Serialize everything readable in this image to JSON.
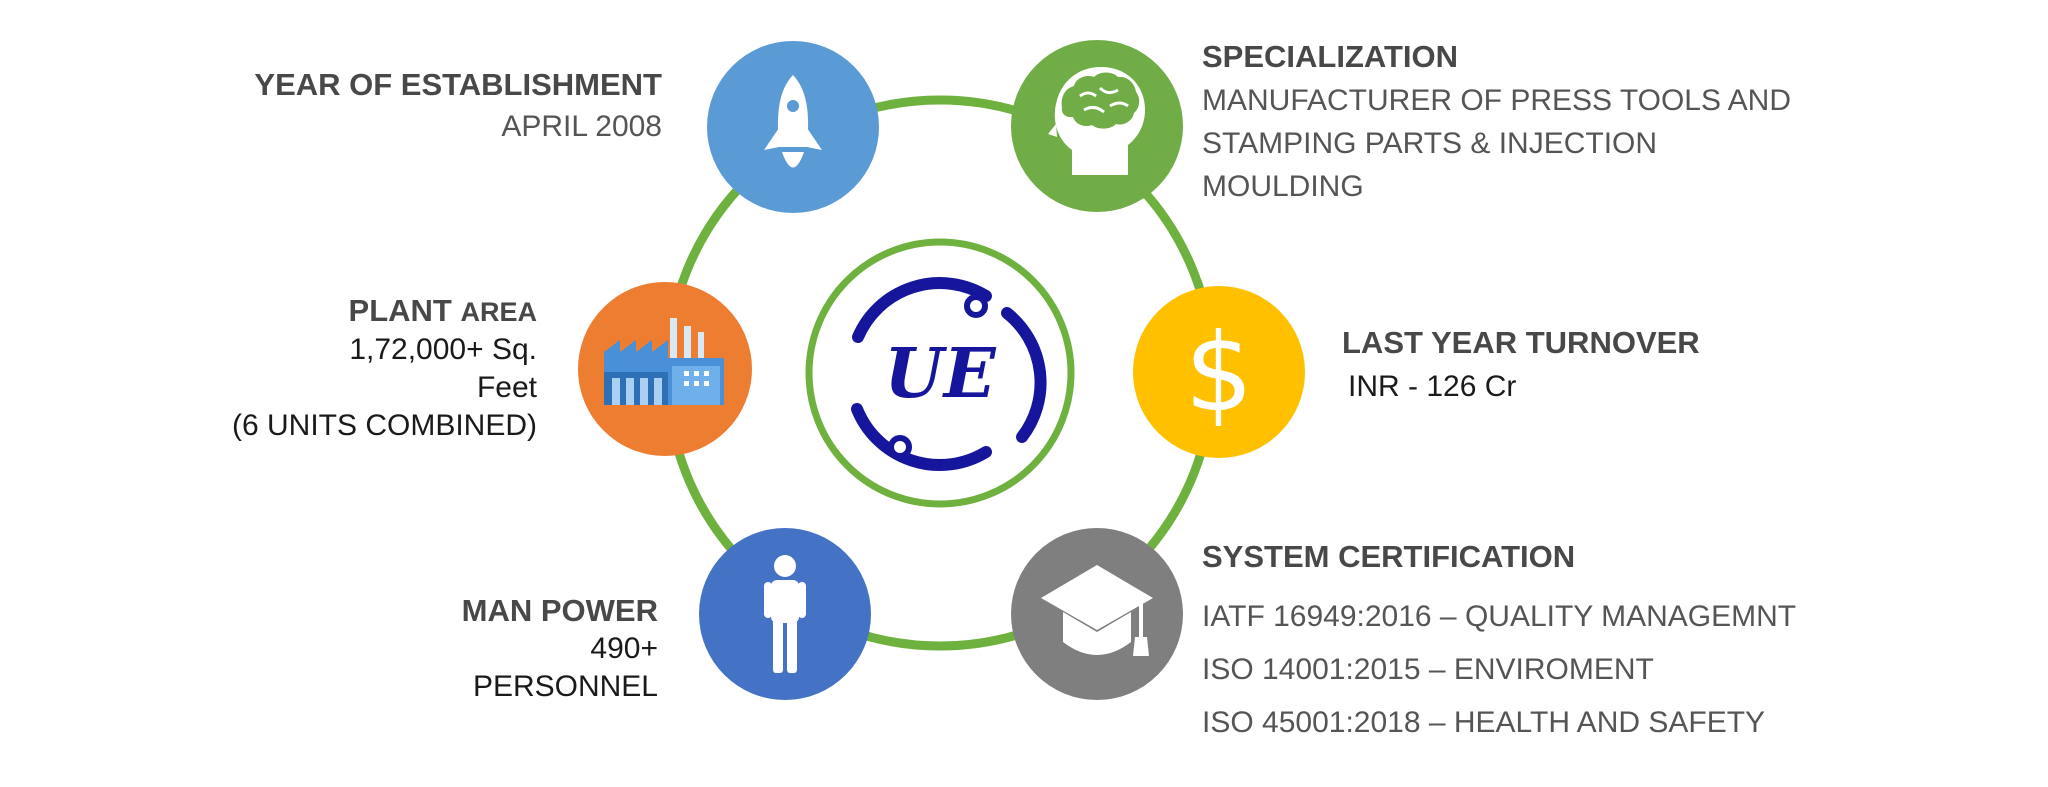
{
  "logo": {
    "text": "UE"
  },
  "colors": {
    "ring": "#6fb13f",
    "establishment": "#5b9bd5",
    "specialization": "#70ad47",
    "plant_area": "#ed7d31",
    "turnover": "#ffc000",
    "man_power": "#4472c4",
    "certification": "#7f7f7f",
    "logo_blue": "#16169c"
  },
  "items": {
    "establishment": {
      "icon": "rocket-icon",
      "title": "YEAR OF ESTABLISHMENT",
      "value": "APRIL 2008"
    },
    "specialization": {
      "icon": "brain-head-icon",
      "title": "SPECIALIZATION",
      "lines": [
        "MANUFACTURER OF PRESS TOOLS AND",
        "STAMPING PARTS & INJECTION",
        "MOULDING"
      ]
    },
    "plant_area": {
      "icon": "factory-icon",
      "title_main": "PLANT",
      "title_suffix": "AREA",
      "lines": [
        "1,72,000+ Sq.",
        "Feet",
        "(6 UNITS COMBINED)"
      ]
    },
    "turnover": {
      "icon": "dollar-icon",
      "title": "LAST YEAR TURNOVER",
      "value": "INR - 126 Cr"
    },
    "man_power": {
      "icon": "person-icon",
      "title": "MAN POWER",
      "lines": [
        "490+",
        "PERSONNEL"
      ]
    },
    "certification": {
      "icon": "graduation-cap-icon",
      "title": "SYSTEM CERTIFICATION",
      "lines": [
        "IATF 16949:2016 – QUALITY MANAGEMNT",
        "ISO 14001:2015 – ENVIROMENT",
        "ISO 45001:2018 – HEALTH AND SAFETY"
      ]
    }
  }
}
